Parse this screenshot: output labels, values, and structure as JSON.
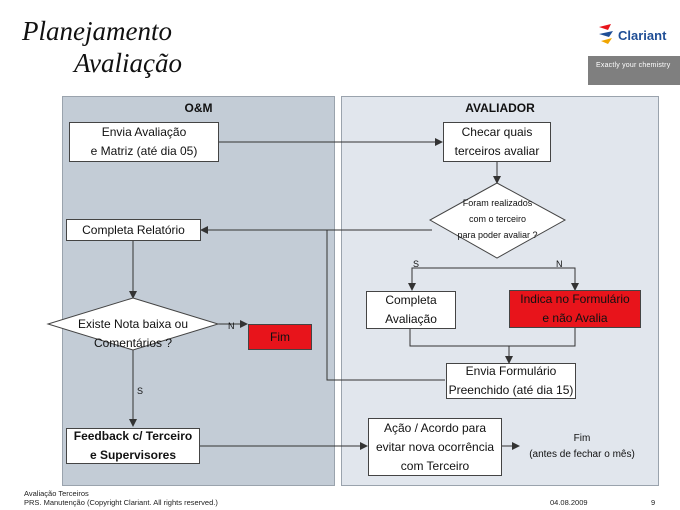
{
  "title": {
    "line1": "Planejamento",
    "line2": "Avaliação"
  },
  "logo": {
    "wordmark": "Clariant",
    "tagline": "Exactly your chemistry"
  },
  "lanes": {
    "left": "O&M",
    "right": "AVALIADOR"
  },
  "nodes": {
    "envia_avaliacao": [
      "Envia Avaliação",
      "e Matriz (até dia 05)"
    ],
    "checar": [
      "Checar quais",
      "terceiros avaliar"
    ],
    "decisao_realizados": [
      "Foram realizados",
      "com o terceiro",
      "para poder avaliar ?"
    ],
    "completa_relatorio": "Completa Relatório",
    "completa_avaliacao": [
      "Completa",
      "Avaliação"
    ],
    "indica": [
      "Indica no Formulário",
      "e não Avalia"
    ],
    "decisao_nota": [
      "Existe Nota baixa ou",
      "Comentários ?"
    ],
    "fim_red": "Fim",
    "envia_formulario": [
      "Envia Formulário",
      "Preenchido (até dia 15)"
    ],
    "feedback": [
      "Feedback c/ Terceiro",
      "e Supervisores"
    ],
    "acao": [
      "Ação / Acordo para",
      "evitar nova ocorrência",
      "com Terceiro"
    ],
    "fim_note": [
      "Fim",
      "(antes de fechar o mês)"
    ]
  },
  "edge_labels": {
    "s1": "S",
    "n1": "N",
    "n2": "N",
    "s2": "S"
  },
  "footer": {
    "line1": "Avaliação Terceiros",
    "line2": "PRS. Manutenção (Copyright Clariant. All rights reserved.)",
    "date": "04.08.2009",
    "page": "9"
  },
  "colors": {
    "accent_red": "#e8141b",
    "lane_left": "#c3ccd6",
    "lane_right": "#e1e6ed",
    "brand_blue": "#1f4e96"
  }
}
